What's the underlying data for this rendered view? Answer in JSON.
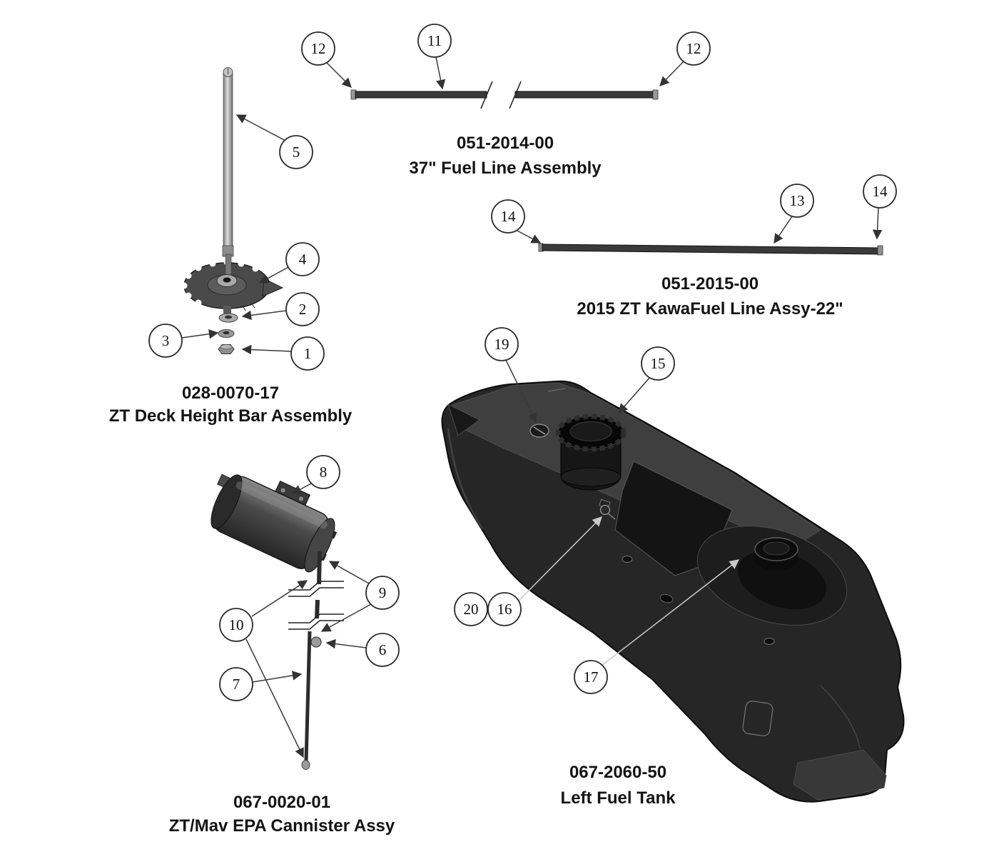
{
  "callout_numbers": {
    "1": "1",
    "2": "2",
    "3": "3",
    "4": "4",
    "5": "5",
    "6": "6",
    "7": "7",
    "8": "8",
    "9": "9",
    "10": "10",
    "11": "11",
    "12": "12",
    "13": "13",
    "14": "14",
    "15": "15",
    "16": "16",
    "17": "17",
    "19": "19",
    "20": "20"
  },
  "assemblies": {
    "deck_height_bar": {
      "part_number": "028-0070-17",
      "name": "ZT Deck Height Bar Assembly",
      "callouts": [
        1,
        2,
        3,
        4,
        5
      ]
    },
    "fuel_line_37": {
      "part_number": "051-2014-00",
      "name": "37\" Fuel Line Assembly",
      "callouts": [
        11,
        12
      ]
    },
    "kawa_fuel_line": {
      "part_number": "051-2015-00",
      "name": "2015 ZT KawaFuel Line Assy-22\"",
      "callouts": [
        13,
        14
      ]
    },
    "epa_cannister": {
      "part_number": "067-0020-01",
      "name": "ZT/Mav EPA Cannister Assy",
      "callouts": [
        6,
        7,
        8,
        9,
        10
      ]
    },
    "left_fuel_tank": {
      "part_number": "067-2060-50",
      "name": "Left Fuel Tank",
      "callouts": [
        15,
        16,
        17,
        19,
        20
      ]
    }
  }
}
